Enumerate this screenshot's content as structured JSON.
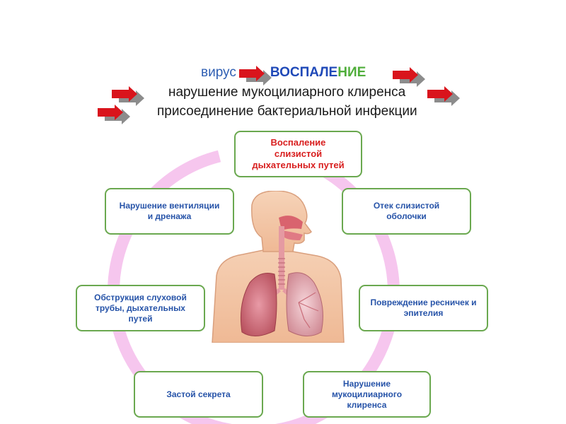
{
  "header": {
    "line1_virus": "вирус",
    "line1_inflammation_a": "ВОСПАЛЕ",
    "line1_inflammation_b": "НИЕ",
    "line2": "нарушение мукоцилиарного клиренса",
    "line3": "присоединение бактериальной инфекции"
  },
  "cycle": {
    "nodes": [
      {
        "id": "inflammation",
        "label": "Воспаление\nслизистой\nдыхательных путей"
      },
      {
        "id": "edema",
        "label": "Отек слизистой\nоболочки"
      },
      {
        "id": "cilia-damage",
        "label": "Повреждение ресничек и\nэпителия"
      },
      {
        "id": "clearance",
        "label": "Нарушение\nмукоцилиарного\nклиренса"
      },
      {
        "id": "stasis",
        "label": "Застой секрета"
      },
      {
        "id": "obstruction",
        "label": "Обструкция слуховой\nтрубы, дыхательных\nпутей"
      },
      {
        "id": "ventilation",
        "label": "Нарушение вентиляции\nи дренажа"
      }
    ]
  },
  "colors": {
    "ring": "#f6c6ee",
    "node_border": "#6aa84f",
    "node_text": "#2653a8",
    "highlight_text": "#d81e1e",
    "arrow_red": "#d9141c",
    "arrow_gray": "#8c8c8c"
  }
}
